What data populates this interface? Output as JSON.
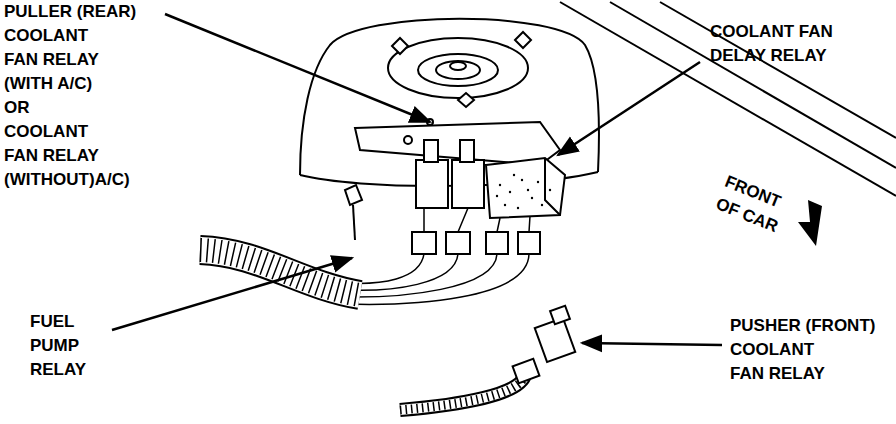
{
  "diagram": {
    "labels": [
      "PULLER (REAR) COOLANT FAN RELAY (WITH A/C) OR COOLANT FAN RELAY (WITHOUT)A/C)",
      "COOLANT FAN DELAY RELAY",
      "FRONT OF CAR",
      "FUEL PUMP RELAY",
      "PUSHER (FRONT) COOLANT FAN RELAY"
    ]
  }
}
